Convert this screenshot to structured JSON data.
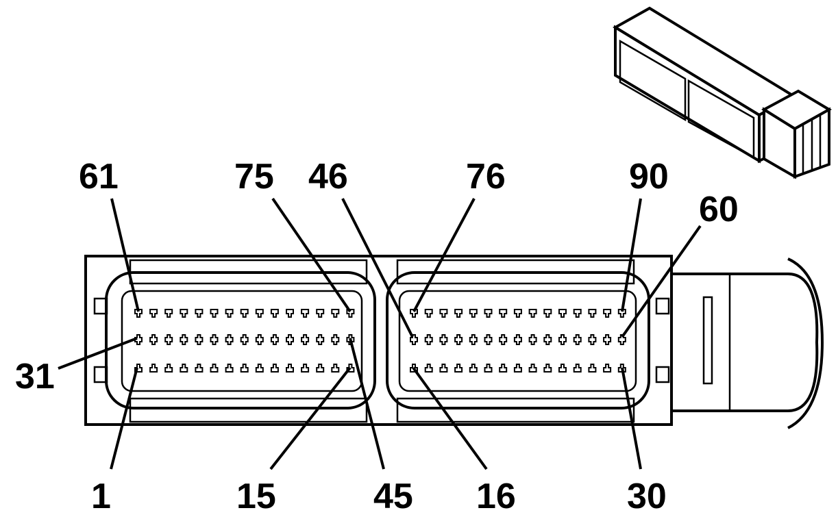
{
  "diagram": {
    "pin_labels": {
      "pin_61": "61",
      "pin_75": "75",
      "pin_46": "46",
      "pin_76": "76",
      "pin_90": "90",
      "pin_60": "60",
      "pin_31": "31",
      "pin_1": "1",
      "pin_15": "15",
      "pin_45": "45",
      "pin_16": "16",
      "pin_30": "30"
    },
    "cavity_rows_per_half": 3,
    "cavities_per_row": 15,
    "colors": {
      "line": "#000000",
      "background": "#ffffff"
    }
  }
}
